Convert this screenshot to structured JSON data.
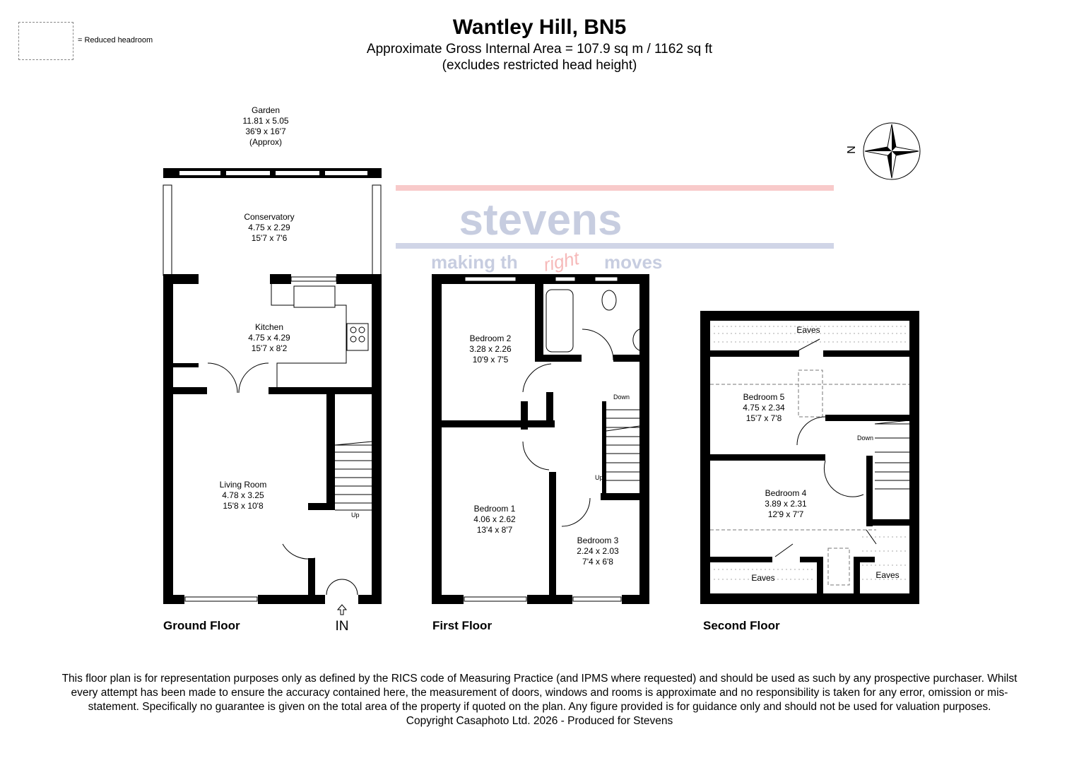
{
  "header": {
    "title": "Wantley Hill, BN5",
    "area": "Approximate Gross Internal Area = 107.9 sq m / 1162 sq ft",
    "note": "(excludes restricted head height)"
  },
  "legend": {
    "label": "= Reduced headroom"
  },
  "compass": {
    "label": "N",
    "icon": "compass-rose-icon"
  },
  "garden": {
    "name": "Garden",
    "metric": "11.81 x 5.05",
    "imperial": "36'9 x 16'7",
    "note": "(Approx)"
  },
  "watermark": {
    "brand": "stevens",
    "tagline_a": "making th",
    "tagline_right": "right",
    "tagline_b": "moves",
    "colors": {
      "blue": "#9aa6c8",
      "red": "#f08080"
    }
  },
  "floors": {
    "ground": {
      "label": "Ground Floor",
      "entrance": "IN",
      "stairs": "Up",
      "rooms": [
        {
          "name": "Conservatory",
          "metric": "4.75 x 2.29",
          "imperial": "15'7 x 7'6"
        },
        {
          "name": "Kitchen",
          "metric": "4.75 x 4.29",
          "imperial": "15'7 x 8'2"
        },
        {
          "name": "Living Room",
          "metric": "4.78 x 3.25",
          "imperial": "15'8 x 10'8"
        }
      ]
    },
    "first": {
      "label": "First Floor",
      "stairs_down": "Down",
      "stairs_up": "Up",
      "rooms": [
        {
          "name": "Bedroom 2",
          "metric": "3.28 x 2.26",
          "imperial": "10'9 x 7'5"
        },
        {
          "name": "Bedroom 1",
          "metric": "4.06 x 2.62",
          "imperial": "13'4 x 8'7"
        },
        {
          "name": "Bedroom 3",
          "metric": "2.24 x 2.03",
          "imperial": "7'4 x 6'8"
        }
      ]
    },
    "second": {
      "label": "Second Floor",
      "stairs_down": "Down",
      "eaves": [
        "Eaves",
        "Eaves",
        "Eaves"
      ],
      "rooms": [
        {
          "name": "Bedroom 5",
          "metric": "4.75 x 2.34",
          "imperial": "15'7 x 7'8"
        },
        {
          "name": "Bedroom 4",
          "metric": "3.89 x 2.31",
          "imperial": "12'9 x 7'7"
        }
      ]
    }
  },
  "disclaimer": {
    "text": "This floor plan is for representation purposes only as defined by the RICS code of Measuring Practice (and IPMS where requested) and should be used as such by any prospective purchaser. Whilst every attempt has been made to ensure the accuracy contained here, the measurement of doors, windows and rooms is approximate and no responsibility is taken for any error, omission or mis-statement. Specifically no guarantee is given on the total area of the property if quoted on the plan. Any figure provided is for guidance only and should not be used for valuation purposes.",
    "copyright": "Copyright Casaphoto Ltd. 2026 - Produced for Stevens"
  }
}
